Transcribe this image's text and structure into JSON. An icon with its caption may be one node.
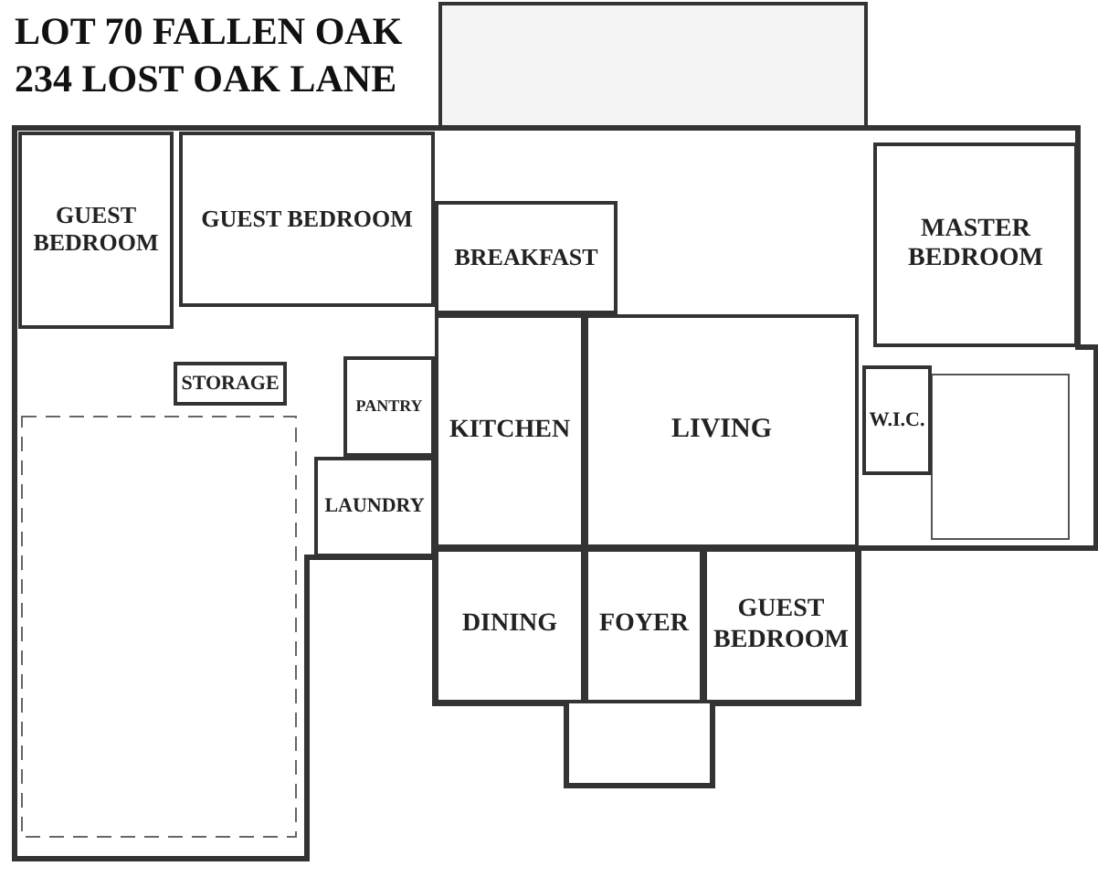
{
  "diagram": {
    "title": "LOT 70 FALLEN OAK 234 LOST OAK LANE",
    "nodes": [
      {
        "text": [
          "GUEST BEDROOM"
        ]
      },
      {
        "text": [
          "GUEST BEDROOM"
        ]
      },
      {
        "text": [
          "BREAKFAST"
        ]
      },
      {
        "text": [
          "MASTER BEDROOM"
        ]
      },
      {
        "text": [
          "STORAGE"
        ]
      },
      {
        "text": [
          "PANTRY"
        ]
      },
      {
        "text": [
          "LIVING"
        ]
      },
      {
        "text": [
          "W.I.C."
        ]
      },
      {
        "text": [
          "KITCHEN"
        ]
      },
      {
        "text": [
          "LAUNDRY"
        ]
      },
      {
        "text": [
          "DINING"
        ]
      },
      {
        "text": [
          "FOYER"
        ]
      },
      {
        "text": [
          "GUEST BEDROOM"
        ]
      }
    ]
  }
}
